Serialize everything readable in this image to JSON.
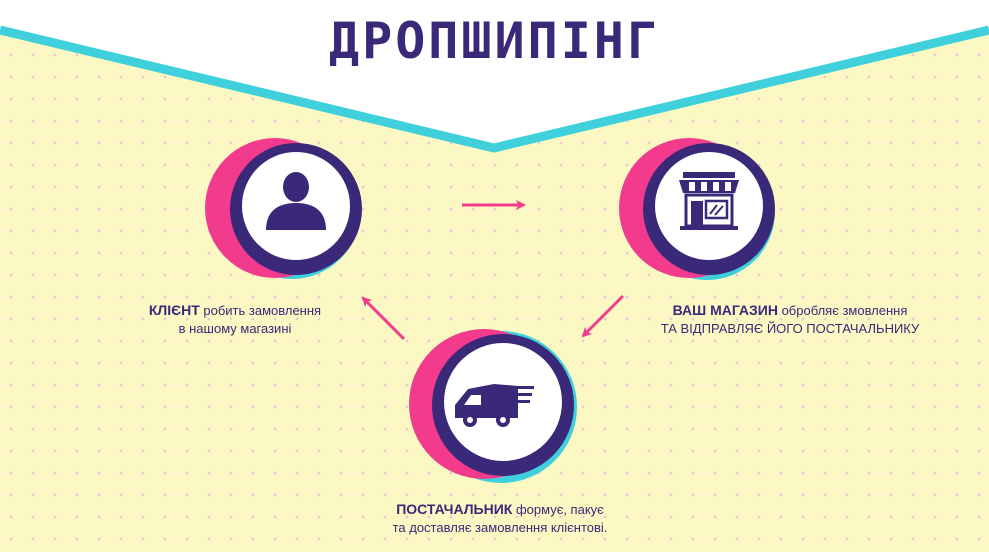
{
  "title": "ДРОПШИПІНГ",
  "colors": {
    "primary": "#3a2878",
    "accent_pink": "#f23b8d",
    "accent_cyan": "#3fd0dc",
    "background": "#fcf8c3"
  },
  "nodes": [
    {
      "id": "client",
      "icon": "user-icon",
      "bold": "КЛІЄНТ",
      "text": " робить замовлення",
      "line2": "в нашому магазині"
    },
    {
      "id": "shop",
      "icon": "storefront-icon",
      "bold": "ВАШ МАГАЗИН",
      "text": " обробляє змовлення",
      "line2": "ТА ВІДПРАВЛЯЄ ЙОГО ПОСТАЧАЛЬНИКУ"
    },
    {
      "id": "supplier",
      "icon": "delivery-truck-icon",
      "bold": "ПОСТАЧАЛЬНИК",
      "text": " формує, пакує",
      "line2": "та доставляє замовлення клієнтові."
    }
  ]
}
